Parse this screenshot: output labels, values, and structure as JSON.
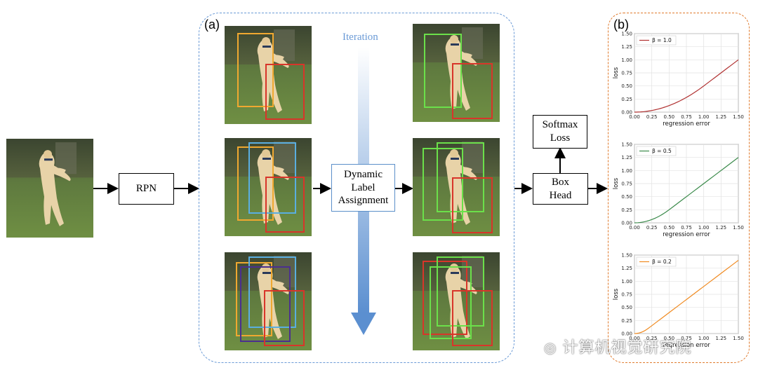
{
  "panels": {
    "a_label": "(a)",
    "b_label": "(b)"
  },
  "blocks": {
    "rpn": "RPN",
    "dla_line1": "Dynamic",
    "dla_line2": "Label",
    "dla_line3": "Assignment",
    "softmax_line1": "Softmax",
    "softmax_line2": "Loss",
    "boxhead_line1": "Box",
    "boxhead_line2": "Head"
  },
  "iteration_label": "Iteration",
  "watermark": "计算机视觉研究院",
  "colors": {
    "orange_box": "#f0a830",
    "red_box": "#d8352a",
    "blue_box": "#5aaee0",
    "purple_box": "#4b2f8f",
    "green_box": "#6be04a",
    "panel_a_border": "#6a9ad6",
    "panel_b_border": "#e07b2e"
  },
  "chart_data": [
    {
      "type": "line",
      "xlabel": "regression error",
      "ylabel": "loss",
      "xlim": [
        0,
        1.5
      ],
      "ylim": [
        0,
        1.5
      ],
      "xticks": [
        "0.00",
        "0.25",
        "0.50",
        "0.75",
        "1.00",
        "1.25",
        "1.50"
      ],
      "yticks": [
        "0.00",
        "0.25",
        "0.50",
        "0.75",
        "1.00",
        "1.25",
        "1.50"
      ],
      "legend": "β = 1.0",
      "color": "#b03030",
      "beta": 1.0,
      "legend_placement": "top-left",
      "grid": true
    },
    {
      "type": "line",
      "xlabel": "regression error",
      "ylabel": "loss",
      "xlim": [
        0,
        1.5
      ],
      "ylim": [
        0,
        1.5
      ],
      "xticks": [
        "0.00",
        "0.25",
        "0.50",
        "0.75",
        "1.00",
        "1.25",
        "1.50"
      ],
      "yticks": [
        "0.00",
        "0.25",
        "0.50",
        "0.75",
        "1.00",
        "1.25",
        "1.50"
      ],
      "legend": "β = 0.5",
      "color": "#3a8a4a",
      "beta": 0.5,
      "legend_placement": "top-left",
      "grid": true
    },
    {
      "type": "line",
      "xlabel": "regression error",
      "ylabel": "loss",
      "xlim": [
        0,
        1.5
      ],
      "ylim": [
        0,
        1.5
      ],
      "xticks": [
        "0.00",
        "0.25",
        "0.50",
        "0.75",
        "1.00",
        "1.25",
        "1.50"
      ],
      "yticks": [
        "0.00",
        "0.25",
        "0.50",
        "0.75",
        "1.00",
        "1.25",
        "1.50"
      ],
      "legend": "β = 0.2",
      "color": "#f08a20",
      "beta": 0.2,
      "legend_placement": "top-left",
      "grid": true
    }
  ]
}
